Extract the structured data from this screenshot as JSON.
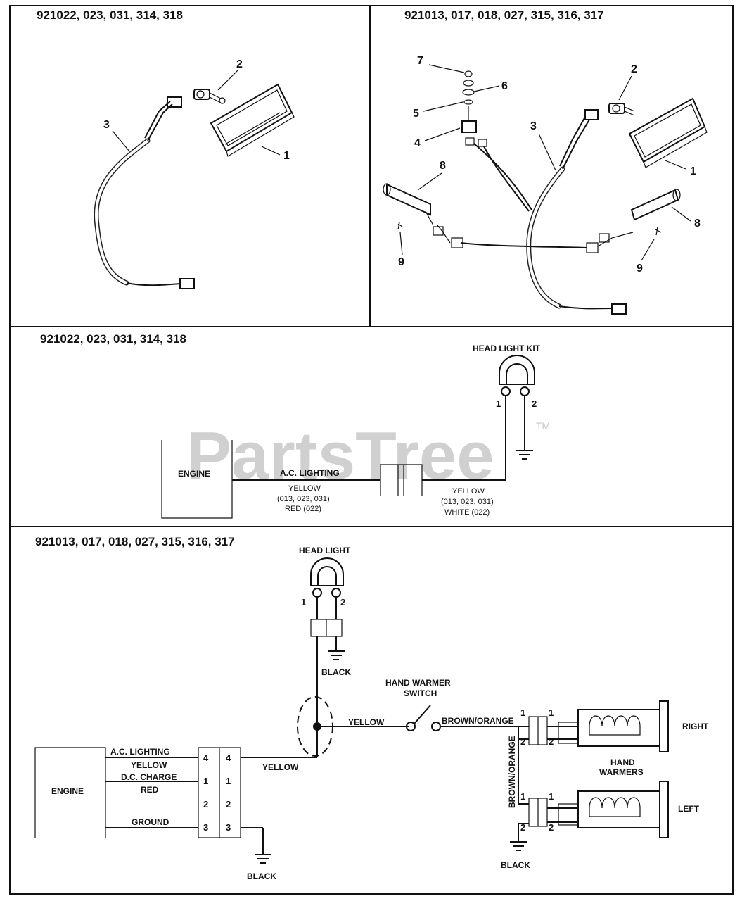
{
  "watermark": {
    "text": "PartsTree",
    "tm": "TM"
  },
  "top_left": {
    "heading": "921022, 023, 031, 314, 318",
    "callouts": [
      "1",
      "2",
      "3"
    ]
  },
  "top_right": {
    "heading": "921013, 017, 018, 027, 315, 316, 317",
    "callouts": [
      "1",
      "2",
      "3",
      "4",
      "5",
      "6",
      "7",
      "8",
      "8",
      "9",
      "9"
    ]
  },
  "schematic_a": {
    "heading": "921022, 023, 031, 314, 318",
    "kit_title": "HEAD LIGHT KIT",
    "pin1": "1",
    "pin2": "2",
    "engine": "ENGINE",
    "wire_label": "A.C. LIGHTING",
    "left_color": "YELLOW",
    "left_models": "(013, 023, 031)",
    "left_alt": "RED (022)",
    "right_color": "YELLOW",
    "right_models": "(013, 023, 031)",
    "right_alt": "WHITE (022)"
  },
  "schematic_b": {
    "heading": "921013, 017, 018, 027, 315, 316, 317",
    "head_light": "HEAD LIGHT",
    "hl_pin1": "1",
    "hl_pin2": "2",
    "black_top": "BLACK",
    "switch_label_1": "HAND WARMER",
    "switch_label_2": "SWITCH",
    "yellow_mid": "YELLOW",
    "brown_orange": "BROWN/ORANGE",
    "brown_orange_vertical": "BROWN/ORANGE",
    "right": "RIGHT",
    "left": "LEFT",
    "hand_warmers_1": "HAND",
    "hand_warmers_2": "WARMERS",
    "engine": "ENGINE",
    "ac_lighting": "A.C. LIGHTING",
    "yellow_left": "YELLOW",
    "dc_charge": "D.C. CHARGE",
    "red": "RED",
    "ground": "GROUND",
    "yellow_bottom": "YELLOW",
    "black_bottom": "BLACK",
    "black_warmer": "BLACK",
    "connector_pins": {
      "left": [
        "4",
        "1",
        "2",
        "3"
      ],
      "right": [
        "4",
        "1",
        "2",
        "3"
      ]
    },
    "warmer_pins": {
      "right_upper": [
        "1",
        "1"
      ],
      "right_lower": [
        "2",
        "2"
      ],
      "left_upper": [
        "1",
        "1"
      ],
      "left_lower": [
        "2",
        "2"
      ]
    }
  }
}
